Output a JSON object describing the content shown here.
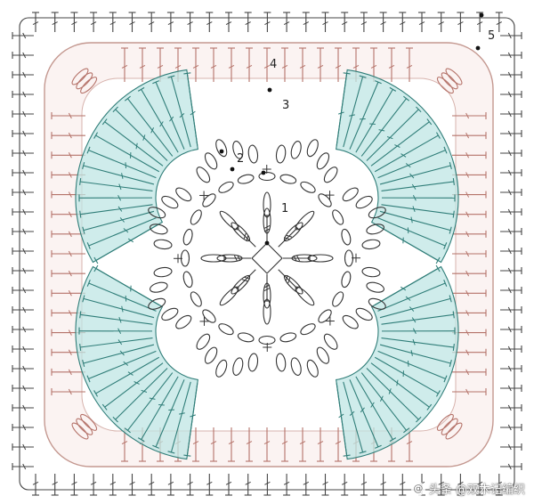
{
  "diagram": {
    "labels": {
      "round1": "1",
      "round2": "2",
      "round3": "3",
      "round4": "4",
      "round5": "5"
    },
    "colors": {
      "center": "#333333",
      "petals": "#333333",
      "fans_fill": "#bfe6e4",
      "fans_stroke": "#2f7d78",
      "round4": "#b5736a",
      "round5": "#444444",
      "round4_fill": "#f7ecec"
    },
    "symbols": [
      "chain-stitch",
      "double-crochet",
      "treble-crochet",
      "single-crochet",
      "slip-stitch"
    ]
  },
  "watermark": {
    "at_icon": "@",
    "text": "头条 @双木记编织"
  }
}
